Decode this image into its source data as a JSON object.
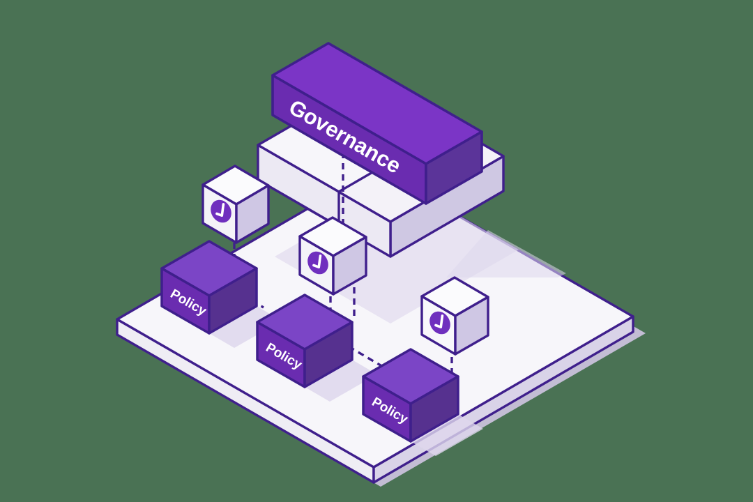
{
  "illustration": {
    "title": "Governance and Policy isometric diagram",
    "background_color": "#4a7254"
  },
  "palette": {
    "stroke": "#3f1f8c",
    "governance_top": "#7b35c6",
    "governance_left": "#6a2cb0",
    "governance_right": "#5b3499",
    "policy_top": "#7b45c6",
    "policy_left": "#6a2cb0",
    "policy_right": "#56318f",
    "check_badge": "#6f2fbe",
    "cube_top": "#fbfbfd",
    "cube_left": "#f4f3f8",
    "cube_right": "#cfc7e4",
    "platform_top": "#f7f6fa",
    "platform_edge_left": "#efedf4",
    "platform_edge_right": "#d9d3e8",
    "platform_shadow": "#cdc3e0",
    "slab_top": "#f4f2f8",
    "slab_left": "#ece9f3",
    "slab_right": "#cfc8e3",
    "floor_shadow": "#ded7ec"
  },
  "blocks": {
    "governance": {
      "label": "Governance",
      "kind": "slab-block",
      "font_size": 31
    },
    "policies": [
      {
        "label": "Policy",
        "font_size": 19
      },
      {
        "label": "Policy",
        "font_size": 19
      },
      {
        "label": "Policy",
        "font_size": 19
      }
    ],
    "checks": [
      {
        "icon": "check-circle-icon"
      },
      {
        "icon": "check-circle-icon"
      },
      {
        "icon": "check-circle-icon"
      }
    ]
  },
  "connectors": {
    "style": "dashed",
    "color": "#3f1f8c",
    "dash": "9 7",
    "width": 3.4,
    "count": 6
  }
}
